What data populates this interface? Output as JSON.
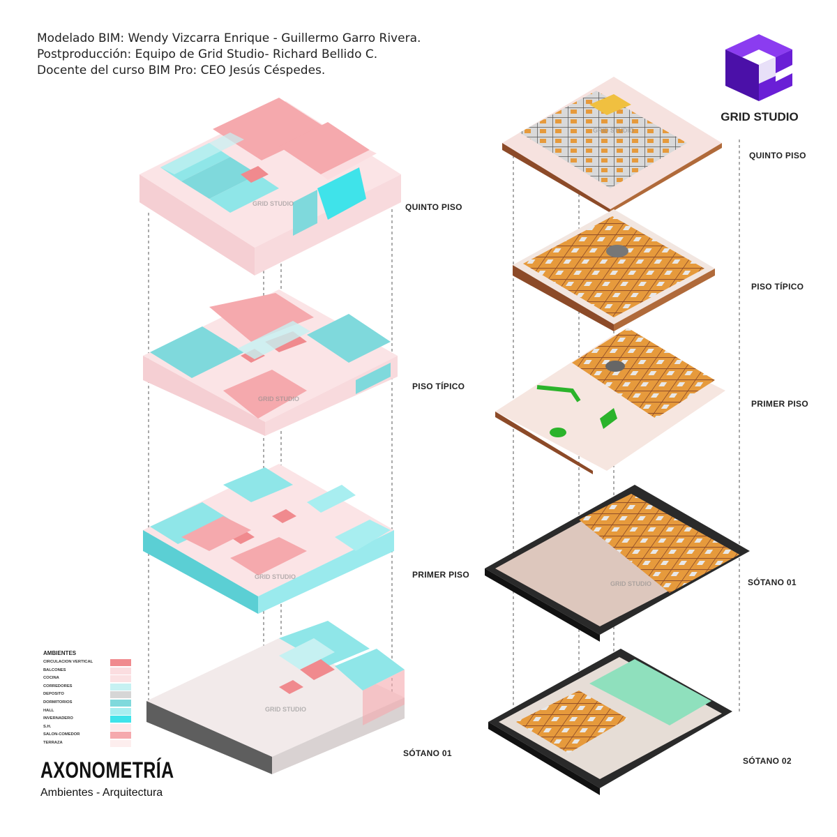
{
  "credits": [
    "Modelado BIM: Wendy Vizcarra Enrique - Guillermo Garro Rivera.",
    "Postproducción: Equipo de Grid Studio- Richard Bellido C.",
    "Docente del curso BIM Pro: CEO Jesús Céspedes."
  ],
  "brand": {
    "name": "GRID STUDIO",
    "watermark": "GRID STUDIO"
  },
  "title": "AXONOMETRÍA",
  "subtitle": "Ambientes - Arquitectura",
  "left_floors": [
    "QUINTO PISO",
    "PISO TÍPICO",
    "PRIMER PISO",
    "SÓTANO 01"
  ],
  "right_floors": [
    "QUINTO PISO",
    "PISO TÍPICO",
    "PRIMER PISO",
    "SÓTANO 01",
    "SÓTANO 02"
  ],
  "legend": {
    "title": "AMBIENTES",
    "items": [
      {
        "label": "CIRCULACION VERTICAL",
        "color": "#f08a8e"
      },
      {
        "label": "BALCONES",
        "color": "#fbdde0"
      },
      {
        "label": "COCINA",
        "color": "#fbe1e3"
      },
      {
        "label": "CORREDORES",
        "color": "#c6f1f2"
      },
      {
        "label": "DEPOSITO",
        "color": "#d6d6d6"
      },
      {
        "label": "DORMITORIOS",
        "color": "#7fd9dc"
      },
      {
        "label": "HALL",
        "color": "#a8eef0"
      },
      {
        "label": "INVERNADERO",
        "color": "#3fe3ea"
      },
      {
        "label": "S.H.",
        "color": "#fce9ea"
      },
      {
        "label": "SALON-COMEDOR",
        "color": "#f5a9ad"
      },
      {
        "label": "TERRAZA",
        "color": "#fdeeee"
      }
    ]
  },
  "colors": {
    "brand_purple": "#6a1fd6",
    "pink": "#f5a9ad",
    "light_pink": "#fbdde0",
    "cyan": "#8fe6e8",
    "bright_cyan": "#3fe3ea",
    "orange": "#e69a3c",
    "brown_wall": "#8c4a28",
    "dark_frame": "#3a3a3a",
    "green": "#2bb32b",
    "mint": "#8fe0bd"
  }
}
